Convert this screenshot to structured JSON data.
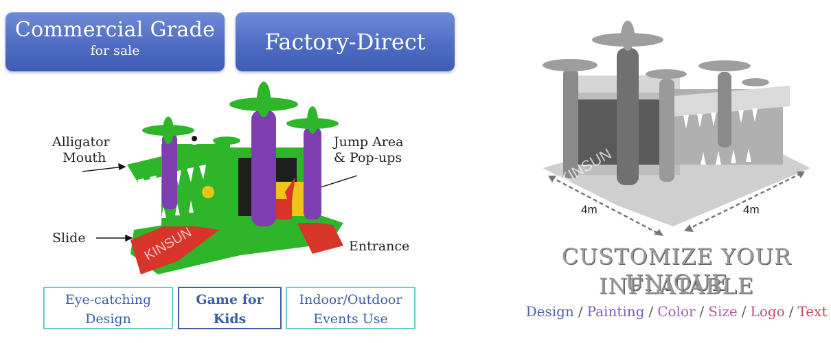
{
  "badges": {
    "commercial_title": "Commercial Grade",
    "commercial_sub": "for sale",
    "factory": "Factory-Direct"
  },
  "callouts": {
    "alligator_line1": "Alligator",
    "alligator_line2": "Mouth",
    "jump_line1": "Jump Area",
    "jump_line2": "& Pop-ups",
    "slide": "Slide",
    "entrance": "Entrance"
  },
  "features": [
    {
      "line1": "Eye-catching",
      "line2": "Design"
    },
    {
      "line1": "Game for",
      "line2": "Kids"
    },
    {
      "line1": "Indoor/Outdoor",
      "line2": "Events Use"
    }
  ],
  "dimensions": {
    "left": "4m",
    "right": "4m"
  },
  "customize": {
    "line1": "CUSTOMIZE YOUR UNIQUE",
    "line2": "INFLATABLE",
    "options": [
      {
        "text": "Design",
        "color": "#4a5fb5"
      },
      {
        "text": "Painting",
        "color": "#7a5bbd"
      },
      {
        "text": "Color",
        "color": "#a25bbd"
      },
      {
        "text": "Size",
        "color": "#b5589a"
      },
      {
        "text": "Logo",
        "color": "#c0507a"
      },
      {
        "text": "Text",
        "color": "#c8485a"
      }
    ],
    "separator": "/"
  },
  "watermark": "KINSUN",
  "colors": {
    "badge_blue": "#4f6cc4",
    "feature_border": "#6fc9c9",
    "feature_text": "#3b5ca8"
  }
}
